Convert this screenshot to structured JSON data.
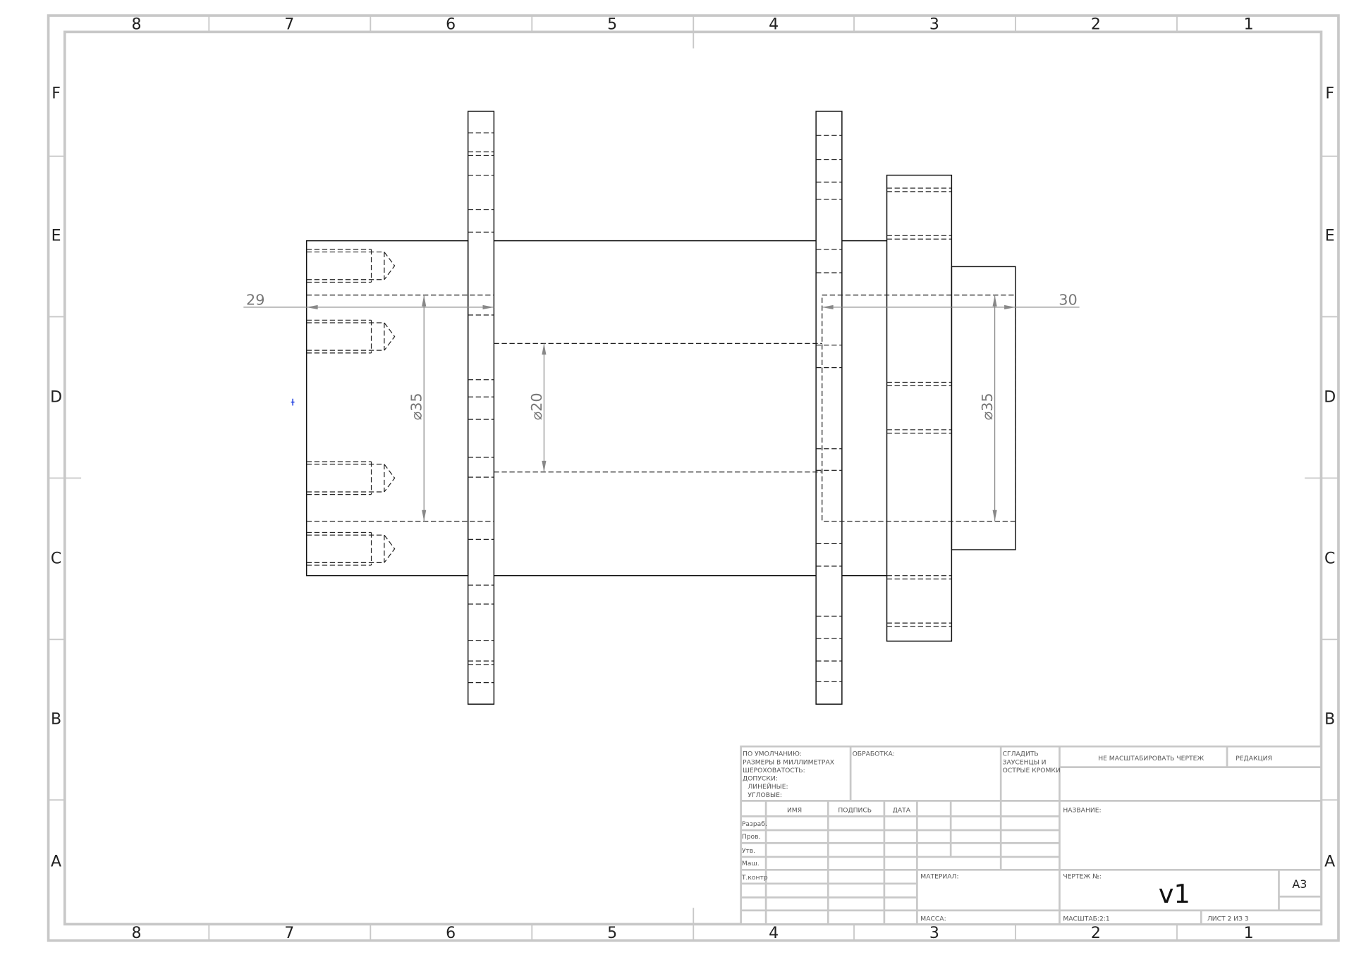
{
  "sheet": {
    "column_labels": [
      "8",
      "7",
      "6",
      "5",
      "4",
      "3",
      "2",
      "1"
    ],
    "row_labels": [
      "F",
      "E",
      "D",
      "C",
      "B",
      "A"
    ]
  },
  "dimensions": {
    "left_length": "29",
    "right_length": "30",
    "left_diameter": "⌀35",
    "bore_diameter": "⌀20",
    "right_diameter": "⌀35"
  },
  "title_block": {
    "defaults": [
      "ПО УМОЛЧАНИЮ:",
      "РАЗМЕРЫ В МИЛЛИМЕТРАХ",
      "ШЕРОХОВАТОСТЬ:",
      "ДОПУСКИ:",
      "  ЛИНЕЙНЫЕ:",
      "  УГЛОВЫЕ:"
    ],
    "finish_label": "ОБРАБОТКА:",
    "deburr": [
      "СГЛАДИТЬ",
      "ЗАУСЕНЦЫ И",
      "ОСТРЫЕ КРОМКИ"
    ],
    "do_not_scale": "НЕ МАСШТАБИРОВАТЬ ЧЕРТЕЖ",
    "revision_label": "РЕДАКЦИЯ",
    "col_name": "ИМЯ",
    "col_signature": "ПОДПИСЬ",
    "col_date": "ДАТА",
    "roles": [
      "Разраб.",
      "Пров.",
      "Утв.",
      "Маш.",
      "Т.контр"
    ],
    "title_label": "НАЗВАНИЕ:",
    "material_label": "МАТЕРИАЛ:",
    "drawing_no_label": "ЧЕРТЕЖ №:",
    "drawing_no": "v1",
    "size": "A3",
    "mass_label": "МАССА:",
    "scale": "МАСШТАБ:2:1",
    "sheet": "ЛИСТ 2 ИЗ 3"
  }
}
